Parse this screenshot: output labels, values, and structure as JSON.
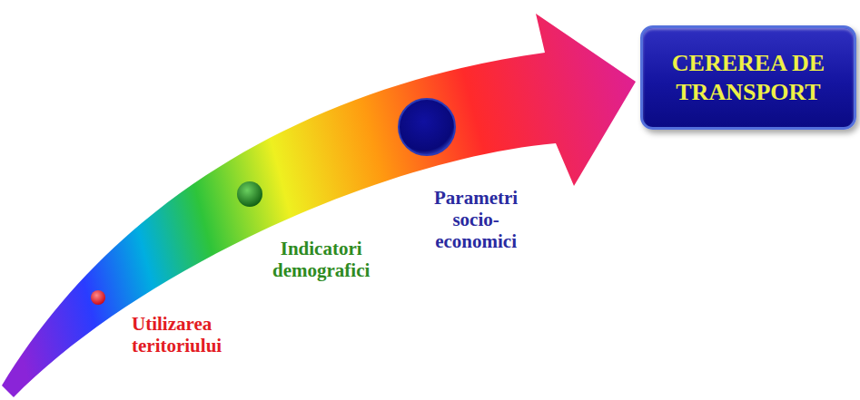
{
  "diagram": {
    "nodes": [
      {
        "text": [
          "CEREREA DE TRANSPORT"
        ]
      }
    ],
    "labels": [
      "Utilizarea teritoriului",
      "Indicatori demografici",
      "Parametri socio-economici"
    ]
  }
}
